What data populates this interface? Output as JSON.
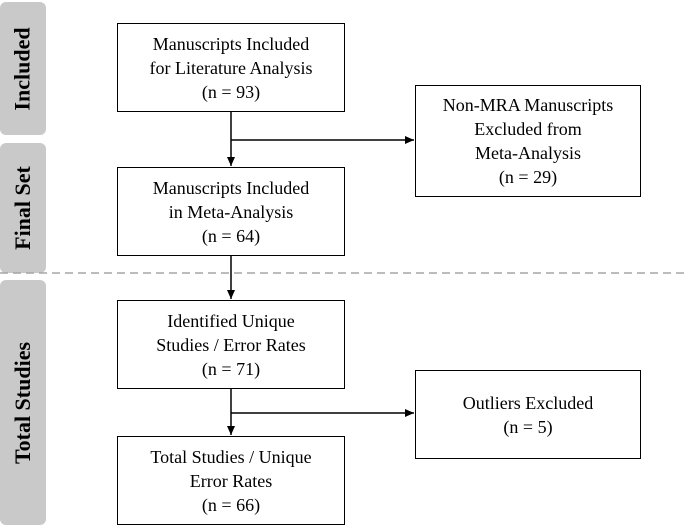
{
  "stages": {
    "included": "Included",
    "final_set": "Final Set",
    "total_studies": "Total Studies"
  },
  "boxes": {
    "literature": {
      "line1": "Manuscripts Included",
      "line2": "for Literature Analysis",
      "count": "(n = 93)"
    },
    "non_mra": {
      "line1": "Non-MRA Manuscripts",
      "line2": "Excluded from",
      "line3": "Meta-Analysis",
      "count": "(n = 29)"
    },
    "meta": {
      "line1": "Manuscripts Included",
      "line2": "in Meta-Analysis",
      "count": "(n = 64)"
    },
    "unique": {
      "line1": "Identified Unique",
      "line2": "Studies / Error Rates",
      "count": "(n = 71)"
    },
    "outliers": {
      "line1": "Outliers Excluded",
      "count": "(n = 5)"
    },
    "total": {
      "line1": "Total Studies / Unique",
      "line2": "Error Rates",
      "count": "(n = 66)"
    }
  },
  "colors": {
    "stage_tab_fill": "#c9c9c9",
    "divider": "#a6a6a6",
    "box_border": "#000000"
  }
}
